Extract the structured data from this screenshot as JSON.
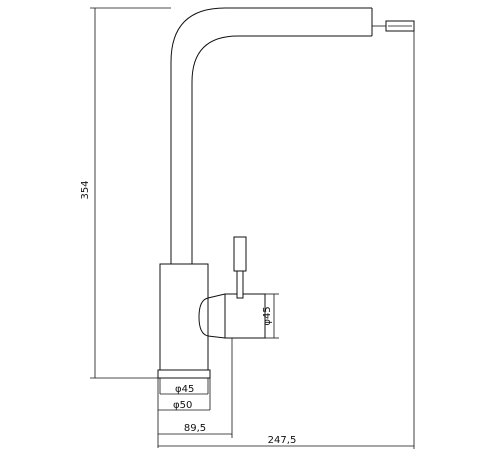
{
  "drawing": {
    "subject": "faucet-side-elevation",
    "dimensions": {
      "height_total": "354",
      "width_total": "247,5",
      "width_base_to_spout": "89,5",
      "base_inner_diameter": "φ45",
      "base_outer_diameter": "φ50",
      "handle_diameter": "φ45"
    }
  }
}
